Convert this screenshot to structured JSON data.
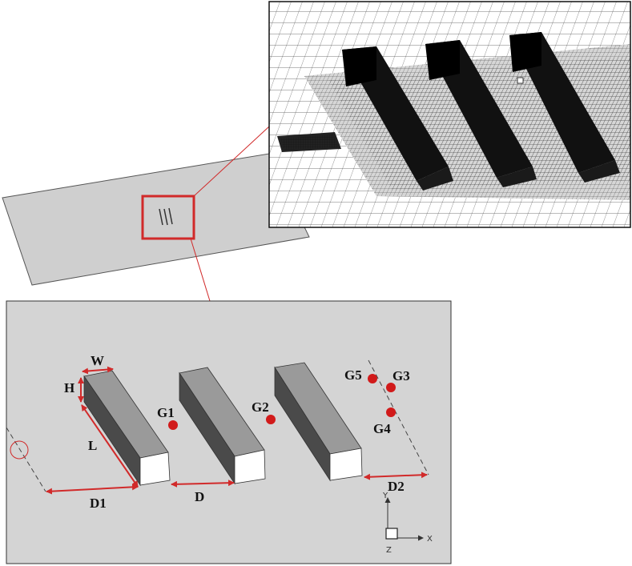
{
  "colors": {
    "plate": "#cfcfcf",
    "highlight": "#d12a2a",
    "gauge_points": "#d11a1a",
    "block_side": "#4a4a4a",
    "block_top": "#9a9a9a",
    "block_end": "#ffffff"
  },
  "dimensions": {
    "W": "W",
    "H": "H",
    "L": "L",
    "D1": "D1",
    "D": "D",
    "D2": "D2"
  },
  "gauges": [
    {
      "id": "G1",
      "label": "G1"
    },
    {
      "id": "G2",
      "label": "G2"
    },
    {
      "id": "G3",
      "label": "G3"
    },
    {
      "id": "G4",
      "label": "G4"
    },
    {
      "id": "G5",
      "label": "G5"
    }
  ],
  "axes": {
    "x": "X",
    "y": "Y",
    "z": "Z"
  }
}
